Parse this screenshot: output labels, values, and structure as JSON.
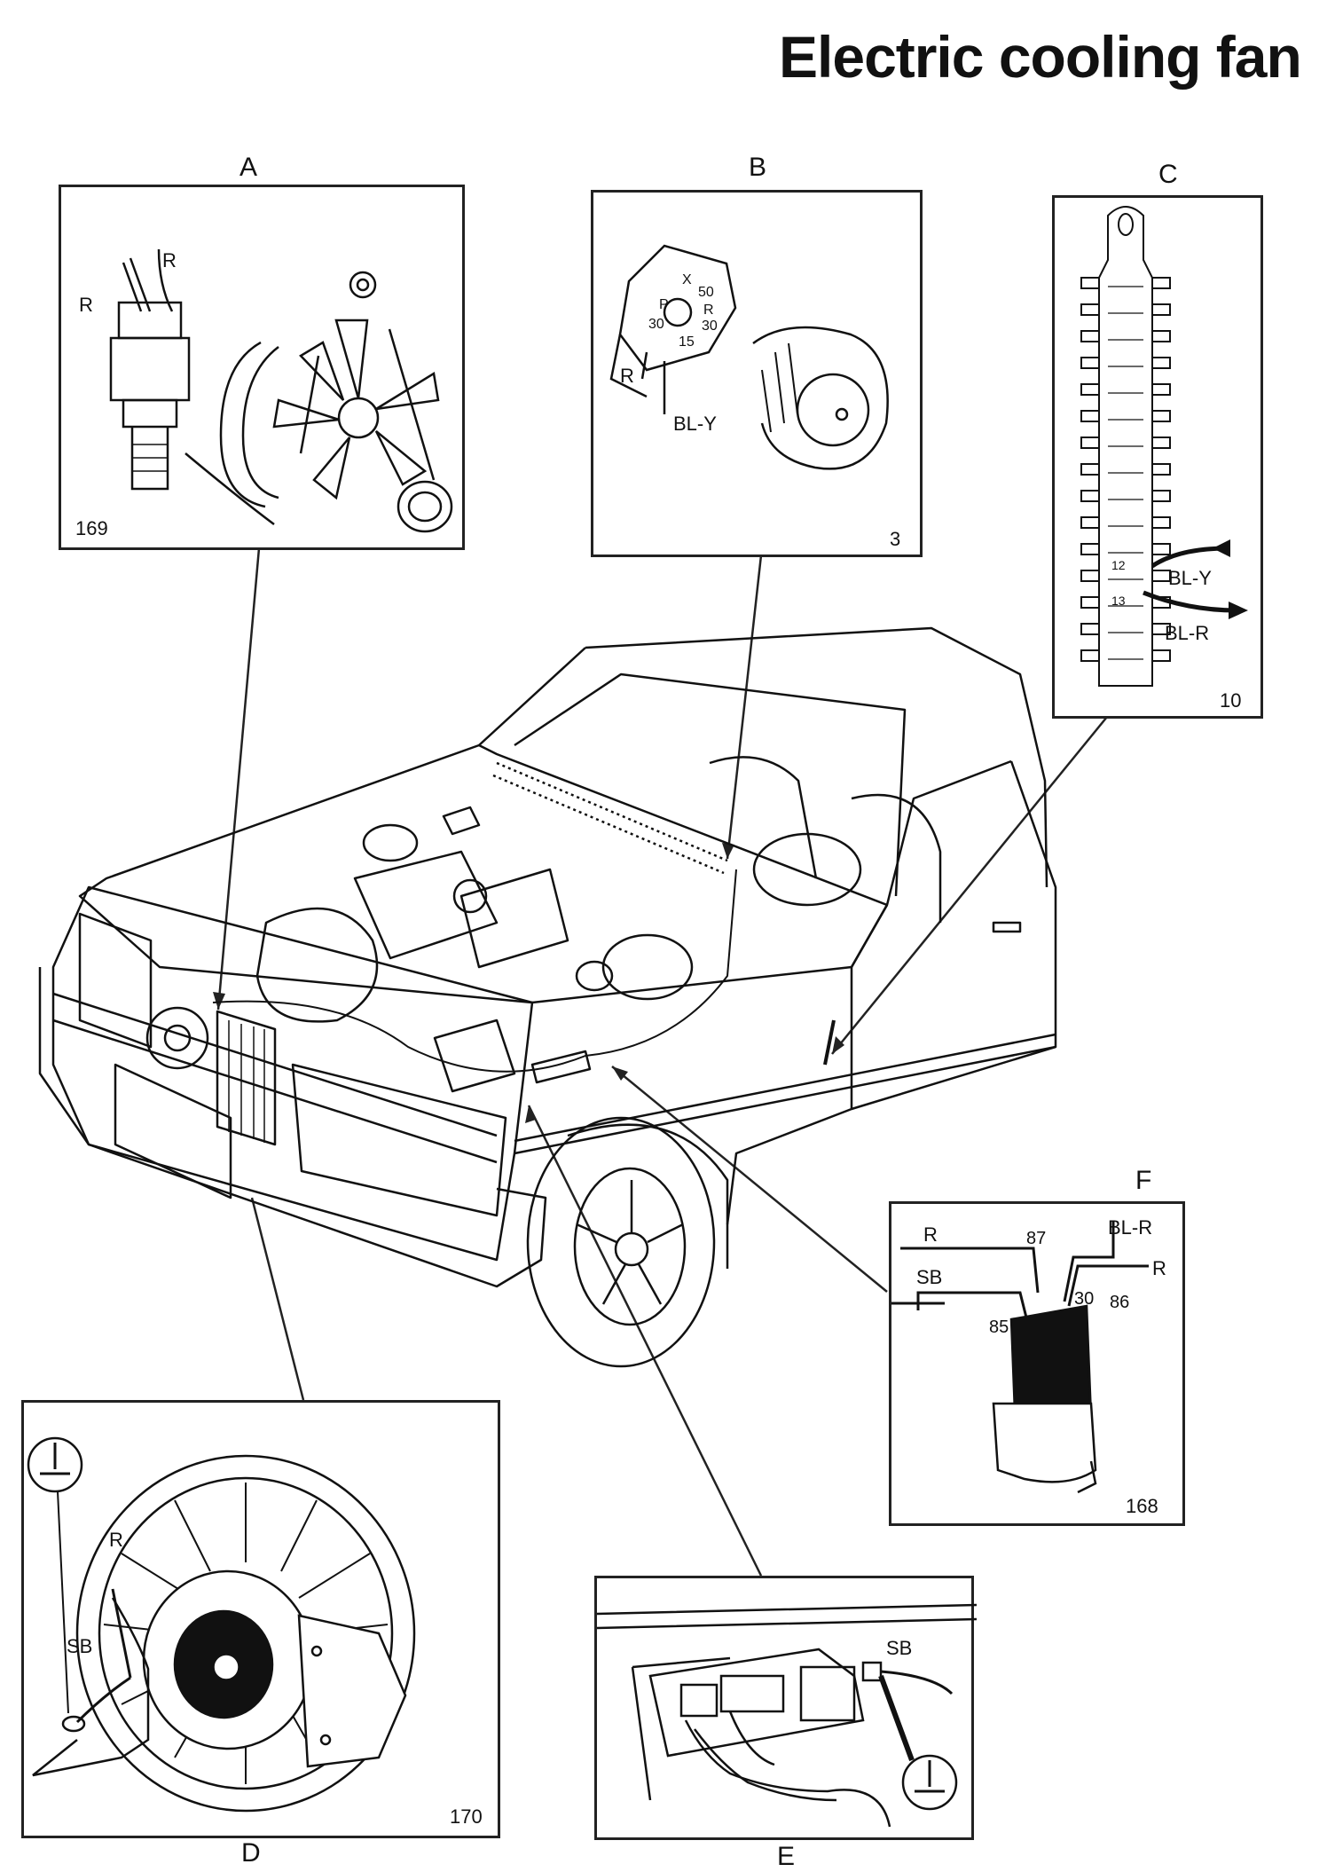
{
  "page": {
    "title": "Electric cooling fan"
  },
  "panels": {
    "A": {
      "letter": "A",
      "figure": "169",
      "labels": [
        "R",
        "R"
      ]
    },
    "B": {
      "letter": "B",
      "figure": "3",
      "labels": [
        "R",
        "BL-Y",
        "X",
        "50",
        "P",
        "R",
        "30",
        "15",
        "30"
      ]
    },
    "C": {
      "letter": "C",
      "figure": "10",
      "labels": [
        "BL-Y",
        "BL-R",
        "12",
        "13"
      ]
    },
    "D": {
      "letter": "D",
      "figure": "170",
      "labels": [
        "R",
        "SB"
      ]
    },
    "E": {
      "letter": "E",
      "figure": "",
      "labels": [
        "SB"
      ]
    },
    "F": {
      "letter": "F",
      "figure": "168",
      "labels": [
        "R",
        "87",
        "BL-R",
        "R",
        "SB",
        "30",
        "86",
        "85"
      ]
    }
  },
  "colors": {
    "ink": "#111111",
    "paper": "#ffffff"
  }
}
